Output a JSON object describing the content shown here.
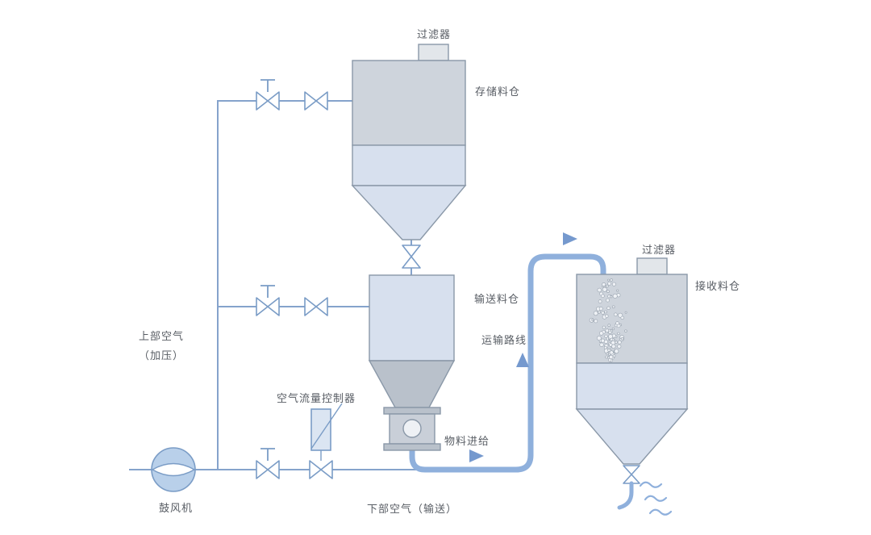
{
  "diagram": {
    "labels": {
      "filter_top": "过滤器",
      "storage_silo": "存储料仓",
      "transfer_silo": "输送料仓",
      "filter_receiving": "过滤器",
      "receiving_silo": "接收料仓",
      "upper_air": "上部空气",
      "upper_air_sub": "（加压）",
      "air_flow_controller": "空气流量控制器",
      "transport_route": "运输路线",
      "material_feed": "物料进给",
      "lower_air": "下部空气（输送）",
      "blower": "鼓风机"
    },
    "colors": {
      "pipe": "#85a3cc",
      "pipe_thick": "#8fb0dc",
      "arrow": "#7599ce",
      "vessel_gray": "#ced4dc",
      "vessel_blue": "#d7e0ee",
      "cone_gray": "#b9c1cb",
      "outline": "#8a98a8",
      "valve_outline": "#7a9cc6",
      "text": "#585d64",
      "background": "#ffffff"
    }
  }
}
